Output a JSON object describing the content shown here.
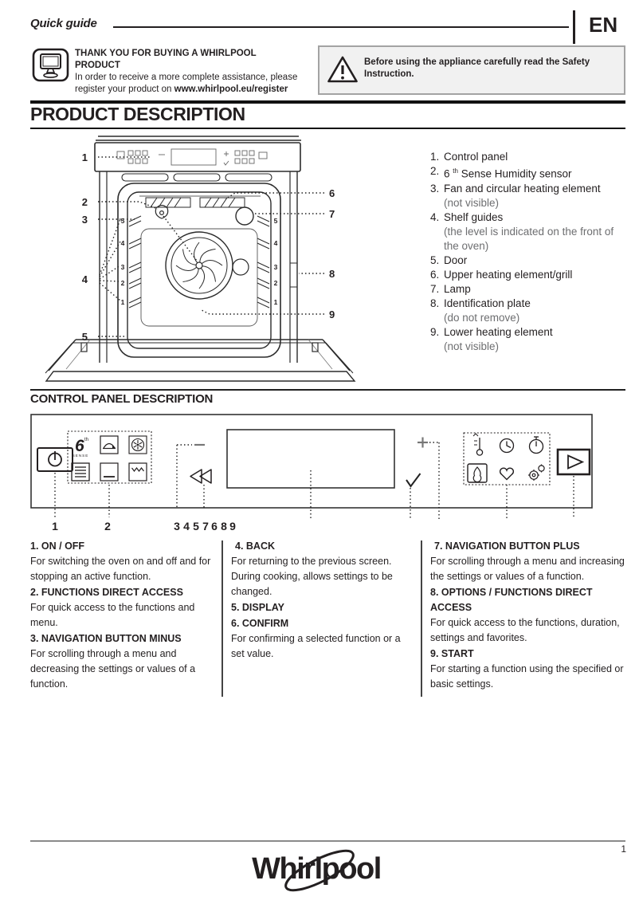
{
  "header": {
    "doc_title": "Quick guide",
    "lang": "EN"
  },
  "intro": {
    "title": "THANK YOU FOR BUYING A WHIRLPOOL PRODUCT",
    "body": "In order to receive a more complete assistance, please register your product on ",
    "url": "www.whirlpool.eu/register"
  },
  "warning": {
    "text": "Before using the appliance carefully read the Safety Instruction."
  },
  "product": {
    "heading": "PRODUCT DESCRIPTION",
    "items": [
      {
        "num": "1.",
        "label": "Control panel"
      },
      {
        "num": "2.",
        "label_pre": "6",
        "label_sup": "th",
        "label_post": " Sense Humidity sensor"
      },
      {
        "num": "3.",
        "label": "Fan and circular heating element",
        "note": "(not visible)"
      },
      {
        "num": "4.",
        "label": "Shelf guides",
        "note": "(the level is indicated on the front of the oven)"
      },
      {
        "num": "5.",
        "label": "Door"
      },
      {
        "num": "6.",
        "label": "Upper heating element/grill"
      },
      {
        "num": "7.",
        "label": "Lamp"
      },
      {
        "num": "8.",
        "label": "Identification plate",
        "note": "(do not remove)"
      },
      {
        "num": "9.",
        "label": "Lower heating element",
        "note": "(not visible)"
      }
    ],
    "callouts": [
      "1",
      "2",
      "3",
      "4",
      "5",
      "6",
      "7",
      "8",
      "9"
    ],
    "shelf_levels": [
      "5",
      "4",
      "3",
      "2",
      "1"
    ]
  },
  "control_panel": {
    "heading": "CONTROL PANEL DESCRIPTION",
    "label_row": [
      "1",
      "2",
      "3",
      "4",
      "5",
      "7",
      "6",
      "8",
      "9"
    ],
    "six_sense": {
      "six": "6",
      "sup": "th",
      "word": "SENSE"
    },
    "icons": {
      "power": "power-circle-line",
      "six_sense": "6th-sense-logo",
      "cook4": "cloche-dish",
      "fan": "fan-blades",
      "menu": "list-lines",
      "bottom_heat": "bottom-line",
      "grill": "zigzag",
      "minus": "minus-sign",
      "back": "double-left-triangles",
      "display": "blank-screen",
      "plus": "plus-sign",
      "confirm": "checkmark",
      "temperature": "thermometer",
      "clock": "clock-face",
      "timer": "stopwatch",
      "clean": "droplet-boxed",
      "favorites": "heart",
      "settings": "gears",
      "start": "play-triangle"
    }
  },
  "buttons": {
    "col1": [
      {
        "title": "1. ON / OFF",
        "body": "For switching the oven on and off and for stopping an active function."
      },
      {
        "title": "2. FUNCTIONS DIRECT ACCESS",
        "body": "For quick access to the functions and menu."
      },
      {
        "title": "3. NAVIGATION BUTTON MINUS",
        "body": "For scrolling through a menu and decreasing the settings or values of a function."
      }
    ],
    "col2": [
      {
        "title": "4. BACK",
        "body": "For returning to the previous screen.",
        "body2": "During cooking, allows settings to be changed."
      },
      {
        "title": "5. DISPLAY",
        "body": ""
      },
      {
        "title": "6. CONFIRM",
        "body": "For confirming a selected function or a set value."
      }
    ],
    "col3": [
      {
        "title": "7. NAVIGATION BUTTON PLUS",
        "body": "For scrolling through a menu and increasing the settings or values of a function."
      },
      {
        "title": "8. OPTIONS / FUNCTIONS DIRECT ACCESS",
        "body": "For quick access to the functions, duration, settings and favorites."
      },
      {
        "title": "9. START",
        "body": "For starting a function using the specified or basic settings."
      }
    ]
  },
  "footer": {
    "page": "1",
    "logo": "Whirlpool"
  },
  "colors": {
    "text": "#231f20",
    "note_gray": "#6d6e70",
    "warning_bg": "#f1f1f1",
    "warning_border": "#a3a3a3"
  }
}
